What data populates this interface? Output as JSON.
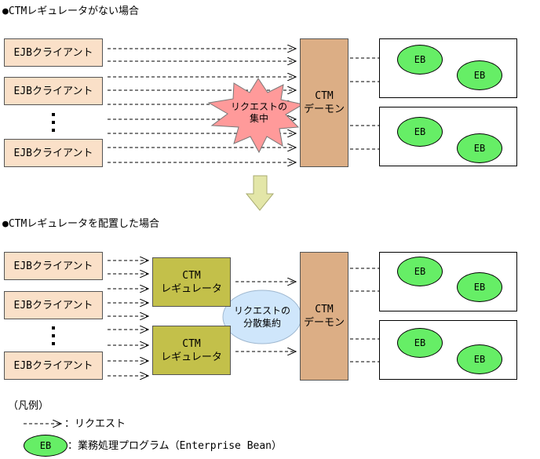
{
  "section1": {
    "heading": "●CTMレギュレータがない場合"
  },
  "section2": {
    "heading": "●CTMレギュレータを配置した場合"
  },
  "client_label": "EJBクライアント",
  "daemon": {
    "line1": "CTM",
    "line2": "デーモン"
  },
  "regulator": {
    "line1": "CTM",
    "line2": "レギュレータ"
  },
  "eb_label": "EB",
  "burst": {
    "line1": "リクエストの",
    "line2": "集中"
  },
  "cloud": {
    "line1": "リクエストの",
    "line2": "分散集約"
  },
  "legend": {
    "title": "（凡例）",
    "request": "：リクエスト",
    "eb_desc": "：業務処理プログラム（Enterprise Bean）"
  },
  "colors": {
    "client": "#fae0c8",
    "daemon": "#dcae85",
    "regulator": "#c3c04a",
    "eb": "#66ee66",
    "burst": "#ff9a9a",
    "cloud": "#cfe6fb",
    "down_arrow": "#e3e6a8"
  }
}
